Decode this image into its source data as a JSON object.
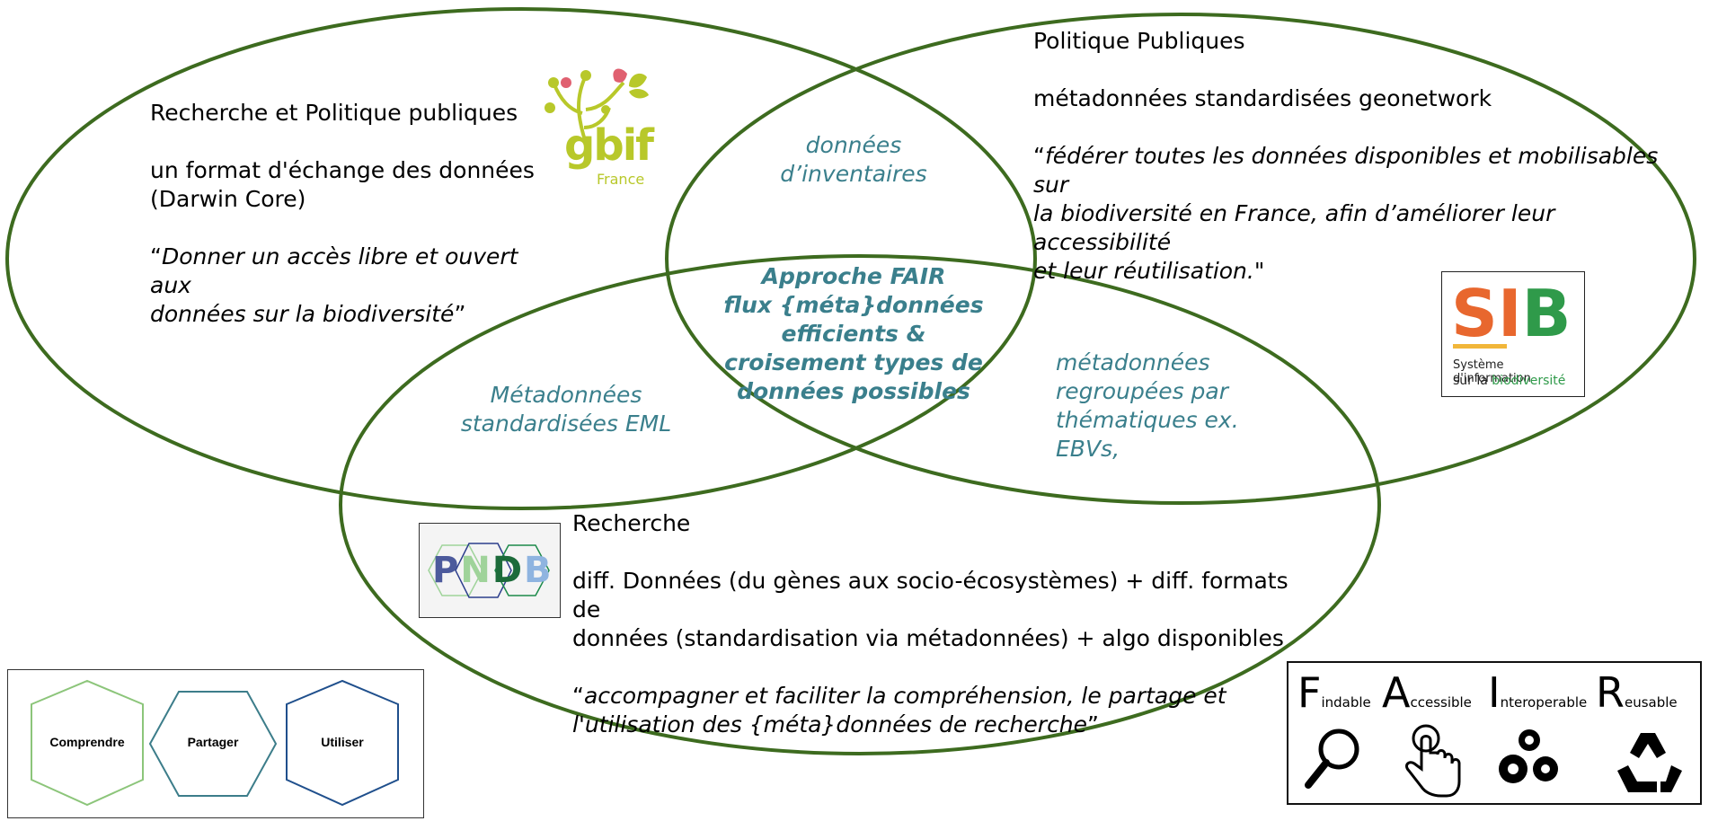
{
  "colors": {
    "circle_stroke": "#3d6b1f",
    "teal_text": "#3a7f8c",
    "hex_light_green": "#8cc57a",
    "hex_teal": "#3c7d8a",
    "hex_blue": "#1f4f8c"
  },
  "left_circle": {
    "title": "Recherche et Politique publiques",
    "line1": "un format d'échange des données",
    "line2": "(Darwin Core)",
    "quote_open": "“",
    "quote1": "Donner un accès libre et ouvert aux",
    "quote2": "données sur la biodiversité",
    "quote_close": "”"
  },
  "right_circle": {
    "title": "Politique Publiques",
    "line1": "métadonnées standardisées geonetwork",
    "quote_open": "“",
    "quote1": "fédérer toutes les données disponibles et mobilisables sur",
    "quote2": "la biodiversité en France, afin d’améliorer leur accessibilité",
    "quote3": "et leur réutilisation.",
    "quote_close": "\""
  },
  "bottom_circle": {
    "title": "Recherche",
    "line1": "diff. Données (du gènes aux socio-écosystèmes) + diff. formats de",
    "line2": "données (standardisation via métadonnées) + algo disponibles",
    "quote_open": "“",
    "quote1": "accompagner et faciliter la compréhension, le partage et",
    "quote2": "l'utilisation des {méta}données de recherche",
    "quote_close": "”"
  },
  "intersections": {
    "top_1": "données",
    "top_2": "d’inventaires",
    "left_1": "Métadonnées",
    "left_2": "standardisées EML",
    "right_1": "métadonnées",
    "right_2": "regroupées par",
    "right_3": "thématiques ex.",
    "right_4": "EBVs,",
    "center_1": "Approche FAIR",
    "center_2": "flux {méta}données",
    "center_3": "efficients  &",
    "center_4": "croisement types de",
    "center_5": "données possibles"
  },
  "logos": {
    "gbif_main": "gbif",
    "gbif_sub": "France",
    "sib_main_1": "SI",
    "sib_main_2": "B",
    "sib_sub1": "Système d'information",
    "sib_sub2_a": "sur la ",
    "sib_sub2_b": "biodiversité",
    "pndb_p": "P",
    "pndb_n": "N",
    "pndb_d": "D",
    "pndb_b": "B"
  },
  "hexagons": {
    "h1": "Comprendre",
    "h2": "Partager",
    "h3": "Utiliser"
  },
  "fair": {
    "f_letter": "F",
    "f_rest": "indable",
    "a_letter": "A",
    "a_rest": "ccessible",
    "i_letter": "I",
    "i_rest": "nteroperable",
    "r_letter": "R",
    "r_rest": "eusable",
    "icons": [
      "magnifier-icon",
      "pointer-hand-icon",
      "gears-icon",
      "recycle-icon"
    ]
  }
}
